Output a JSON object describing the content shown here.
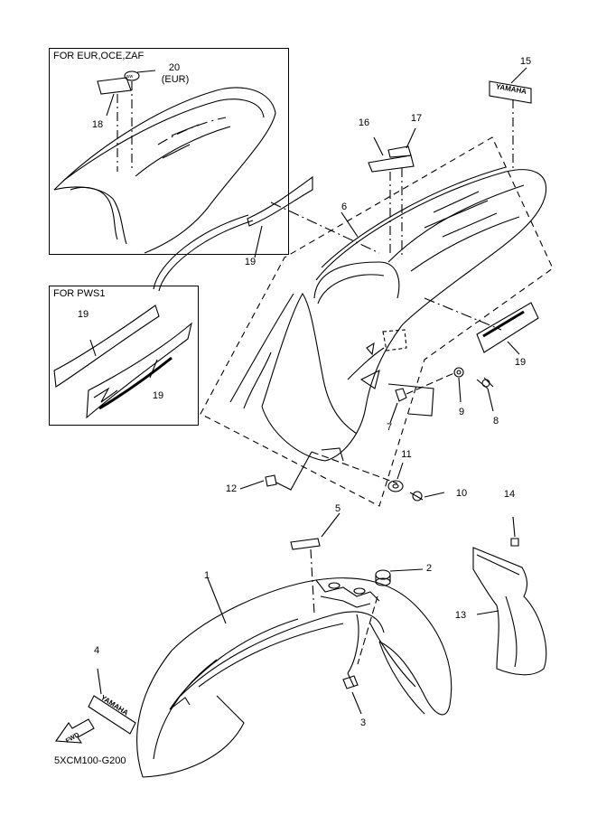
{
  "inset_eur": {
    "title": "FOR EUR,OCE,ZAF"
  },
  "inset_pws1": {
    "title": "FOR PWS1"
  },
  "callouts": {
    "c1": "1",
    "c2": "2",
    "c3": "3",
    "c4": "4",
    "c5": "5",
    "c6": "6",
    "c7": "7",
    "c8": "8",
    "c9": "9",
    "c10": "10",
    "c11": "11",
    "c12": "12",
    "c13": "13",
    "c14": "14",
    "c15": "15",
    "c16": "16",
    "c17": "17",
    "c18": "18",
    "c19_main": "19",
    "c19_right": "19",
    "c19_pws_top": "19",
    "c19_pws_bottom": "19",
    "c20": "20",
    "c20_note": "(EUR)"
  },
  "decals": {
    "yamaha_rear": "YAMAHA",
    "yamaha_front": "YAMAHA",
    "fwd_arrow": "FWD"
  },
  "figure_code": "5XCM100-G200",
  "colors": {
    "line": "#000000",
    "background": "#ffffff"
  }
}
